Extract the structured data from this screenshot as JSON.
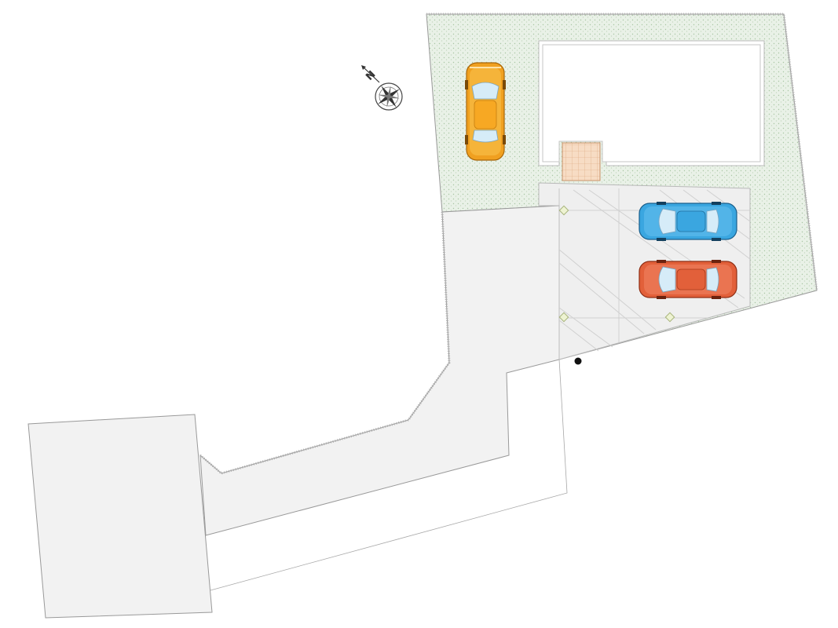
{
  "compass": {
    "label": "N",
    "icon": "compass-rose-icon"
  },
  "legend": {
    "lot": "site-lot",
    "garden": "garden-planting-area",
    "building": "house-footprint",
    "entrance": "entrance-tile-porch",
    "parking": "concrete-parking-area",
    "road": "road",
    "survey_point": "boundary-marker-point"
  },
  "cars": [
    {
      "name": "car-orange",
      "icon": "car-icon",
      "color": "#f0a020",
      "orientation": "vertical"
    },
    {
      "name": "car-blue",
      "icon": "car-icon",
      "color": "#3aa6e0",
      "orientation": "horizontal"
    },
    {
      "name": "car-red",
      "icon": "car-icon",
      "color": "#e2603a",
      "orientation": "horizontal"
    }
  ],
  "colors": {
    "garden": "#e9f1e7",
    "garden_dots": "#b6cdb2",
    "road": "#f2f2f2",
    "parking": "#eeeeee",
    "tile": "#f7dcc4",
    "tile_grid": "#d9a57c"
  }
}
